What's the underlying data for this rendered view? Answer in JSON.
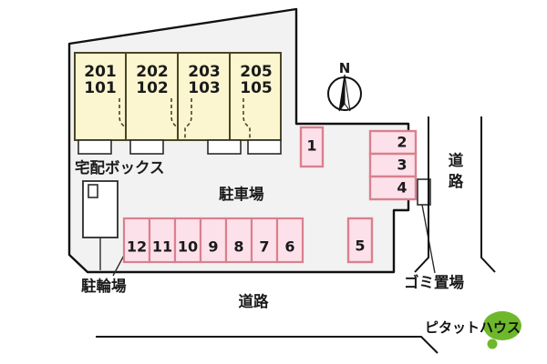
{
  "diagram": {
    "type": "property-site-plan",
    "title_visible": false,
    "colors": {
      "site_fill": "#f2f2f2",
      "building_fill": "#fbf6cf",
      "building_stroke": "#4a4526",
      "parking_fill": "#fde1ea",
      "parking_stroke": "#d9808f",
      "outline": "#111111",
      "text": "#1a1a1a",
      "logo_green": "#6eb92b",
      "logo_text": "#111111",
      "white": "#ffffff"
    }
  },
  "building": {
    "units": [
      {
        "upper": "201",
        "lower": "101"
      },
      {
        "upper": "202",
        "lower": "102"
      },
      {
        "upper": "203",
        "lower": "103"
      },
      {
        "upper": "205",
        "lower": "105"
      }
    ]
  },
  "labels": {
    "delivery_box": "宅配ボックス",
    "parking_lot": "駐車場",
    "bicycle_parking": "駐輪場",
    "trash_area": "ゴミ置場",
    "road_bottom": "道路",
    "road_right": "道路",
    "compass_north": "N"
  },
  "parking": {
    "space_1": "1",
    "column_right": [
      "2",
      "3",
      "4"
    ],
    "space_5": "5",
    "row_bottom": [
      "12",
      "11",
      "10",
      "9",
      "8",
      "7",
      "6"
    ]
  },
  "logo": {
    "text": "ピタットハウス"
  }
}
